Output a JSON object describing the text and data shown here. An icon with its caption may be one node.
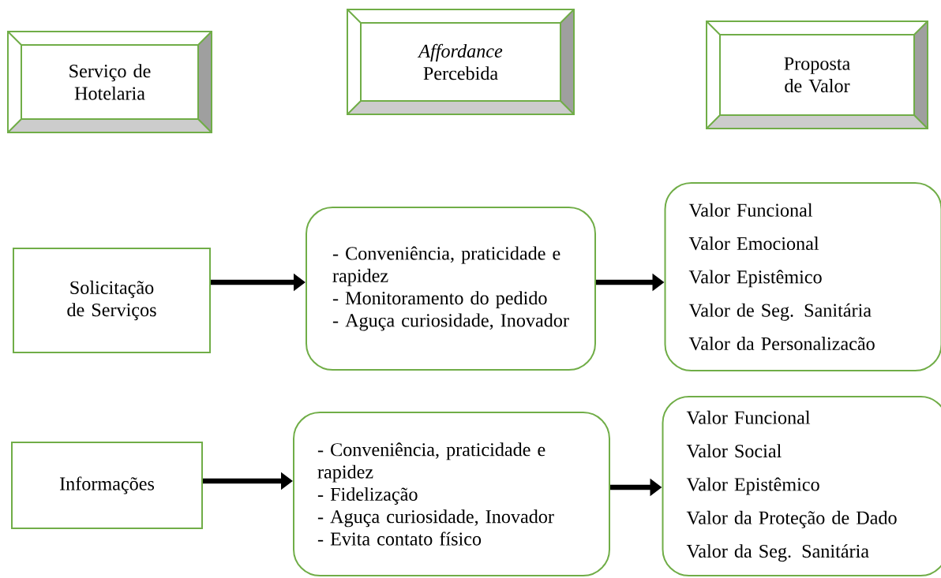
{
  "diagram": {
    "nodes": [
      {
        "text": [
          "Serviço de Hotelaria"
        ]
      },
      {
        "text": [
          "*Affordance* Percebida"
        ]
      },
      {
        "text": [
          "Proposta de Valor"
        ]
      },
      {
        "text": [
          "Solicitação de Serviços"
        ]
      },
      {
        "text": [
          "- Conveniência, praticidade e rapidez",
          "- Monitoramento do pedido",
          "- Aguça curiosidade, Inovador"
        ]
      },
      {
        "text": [
          "Valor Funcional",
          "Valor Emocional",
          "Valor Epistêmico",
          "Valor de Seg. Sanitária",
          "Valor da Personalizacão"
        ]
      },
      {
        "text": [
          "Informações"
        ]
      },
      {
        "text": [
          "- Conveniência, praticidade e rapidez",
          "- Fidelização",
          "- Aguça curiosidade, Inovador",
          "- Evita contato físico"
        ]
      },
      {
        "text": [
          "Valor Funcional",
          "Valor Social",
          "Valor Epistêmico",
          "Valor da Proteção de Dado",
          "Valor da Seg. Sanitária"
        ]
      }
    ],
    "edges": [
      {
        "from": 3,
        "to": 4,
        "arrow": "to"
      },
      {
        "from": 4,
        "to": 5,
        "arrow": "to"
      },
      {
        "from": 6,
        "to": 7,
        "arrow": "to"
      },
      {
        "from": 7,
        "to": 8,
        "arrow": "to"
      }
    ]
  }
}
